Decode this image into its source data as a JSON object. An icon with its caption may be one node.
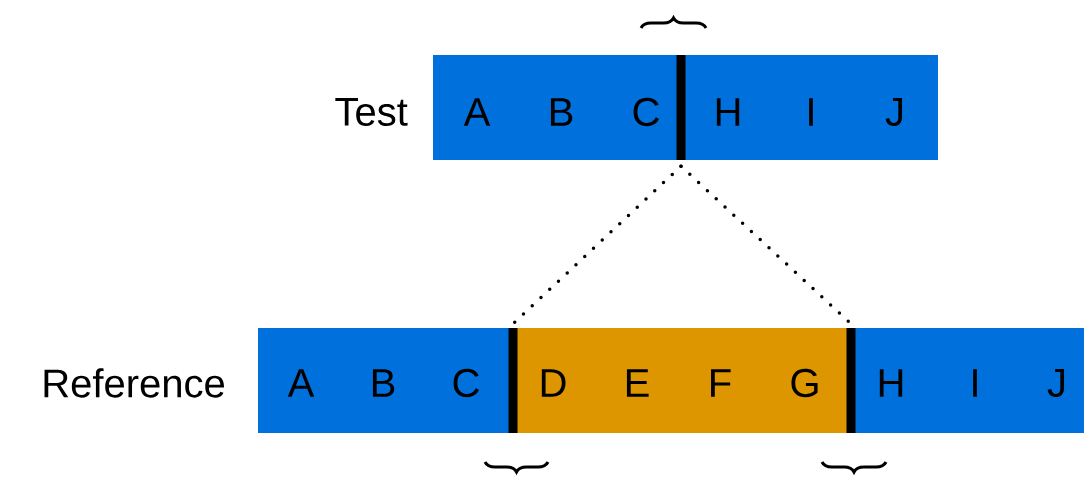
{
  "diagram": {
    "nodes": [
      {
        "text": [],
        "shape": "bar"
      },
      {
        "text": [],
        "shape": "bar"
      },
      {
        "text": [],
        "shape": "bar"
      }
    ],
    "edges": [
      {
        "from": 0,
        "to": 1,
        "arrow": "none",
        "style": "dashed"
      },
      {
        "from": 0,
        "to": 2,
        "arrow": "none",
        "style": "dashed"
      }
    ],
    "labels": [
      "Test",
      "A",
      "B",
      "C",
      "H",
      "I",
      "J",
      "Reference",
      "A",
      "B",
      "C",
      "D",
      "E",
      "F",
      "G",
      "H",
      "I",
      "J"
    ]
  }
}
